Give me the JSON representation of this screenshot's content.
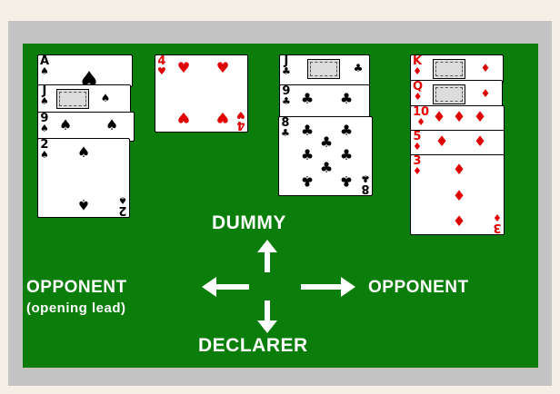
{
  "labels": {
    "dummy": "DUMMY",
    "declarer": "DECLARER",
    "opponent_left": "OPPONENT",
    "opening_lead": "(opening lead)",
    "opponent_right": "OPPONENT"
  },
  "colors": {
    "table": "#0b7d0b",
    "frame": "#c3c3c3",
    "background": "#f4f0e6",
    "red_suit": "#e00000"
  },
  "cards": {
    "col1": [
      {
        "rank": "A",
        "suit": "♠",
        "color": "black"
      },
      {
        "rank": "J",
        "suit": "♠",
        "color": "black"
      },
      {
        "rank": "9",
        "suit": "♠",
        "color": "black"
      },
      {
        "rank": "2",
        "suit": "♠",
        "color": "black",
        "bottom_rank": "2"
      }
    ],
    "col2": [
      {
        "rank": "4",
        "suit": "♥",
        "color": "red",
        "bottom_rank": "4"
      }
    ],
    "col3": [
      {
        "rank": "J",
        "suit": "♣",
        "color": "black"
      },
      {
        "rank": "9",
        "suit": "♣",
        "color": "black"
      },
      {
        "rank": "8",
        "suit": "♣",
        "color": "black",
        "bottom_rank": "8"
      }
    ],
    "col4": [
      {
        "rank": "K",
        "suit": "♦",
        "color": "red"
      },
      {
        "rank": "Q",
        "suit": "♦",
        "color": "red"
      },
      {
        "rank": "10",
        "suit": "♦",
        "color": "red"
      },
      {
        "rank": "5",
        "suit": "♦",
        "color": "red"
      },
      {
        "rank": "3",
        "suit": "♦",
        "color": "red",
        "bottom_rank": "3"
      }
    ]
  }
}
